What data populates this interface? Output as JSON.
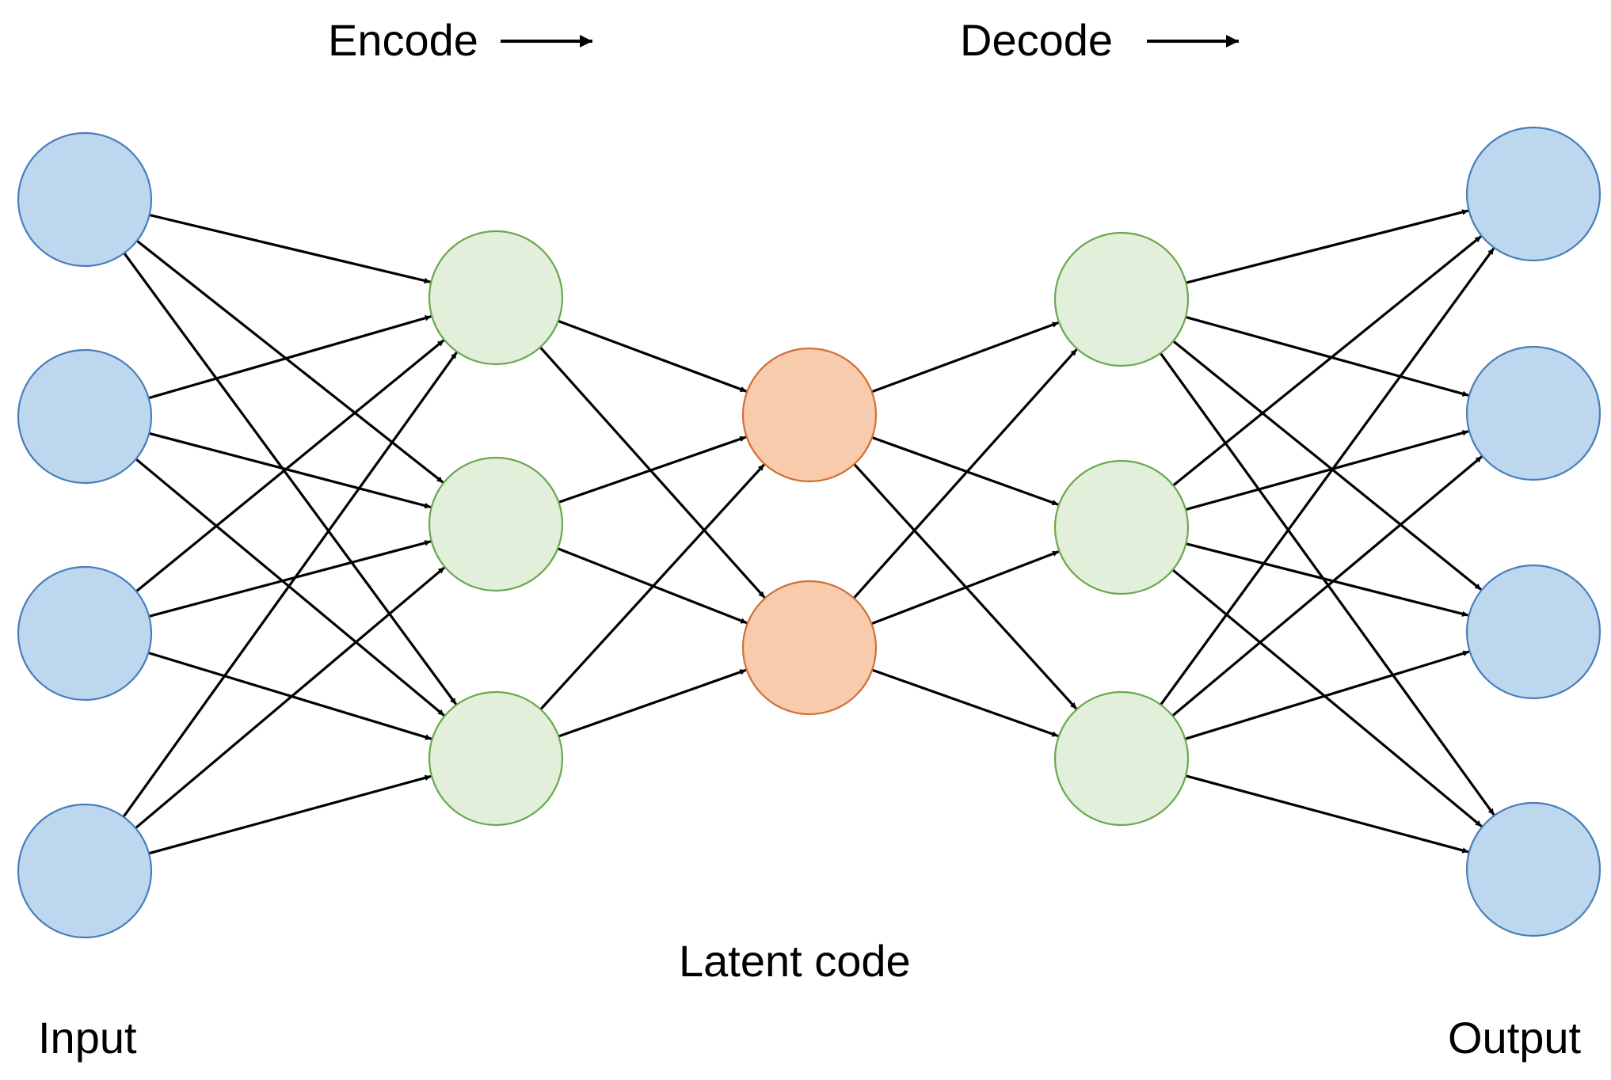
{
  "labels": {
    "encode": "Encode",
    "decode": "Decode",
    "latent": "Latent code",
    "input": "Input",
    "output": "Output"
  },
  "layers": [
    {
      "id": "input",
      "role": "input",
      "count": 4
    },
    {
      "id": "enc-hidden",
      "role": "hidden",
      "count": 3
    },
    {
      "id": "latent",
      "role": "latent",
      "count": 2
    },
    {
      "id": "dec-hidden",
      "role": "hidden",
      "count": 3
    },
    {
      "id": "output",
      "role": "output",
      "count": 4
    }
  ],
  "connections": "fully-connected between consecutive layers",
  "colors": {
    "input_fill": "#bdd7ee",
    "input_stroke": "#4a7ebb",
    "hidden_fill": "#e2efda",
    "hidden_stroke": "#6aa84f",
    "latent_fill": "#f8cbad",
    "latent_stroke": "#d26f33",
    "edge": "#000000"
  },
  "icons": {
    "encode_arrow": "right-arrow-icon",
    "decode_arrow": "right-arrow-icon"
  }
}
